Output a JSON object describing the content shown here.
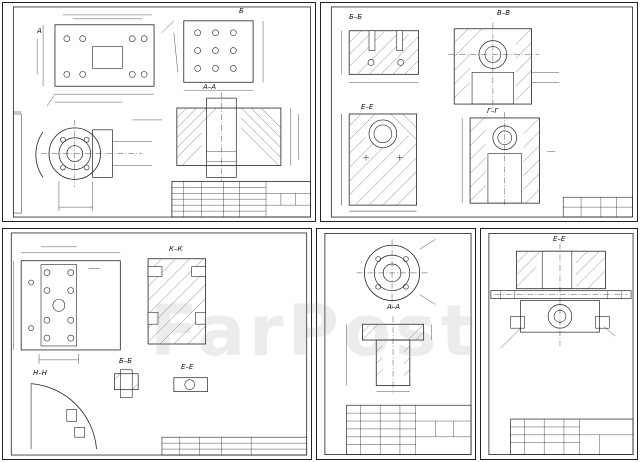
{
  "sheets": [
    {
      "views": [
        "А",
        "А–А",
        "Б"
      ]
    },
    {
      "views": [
        "Б–Б",
        "В–В",
        "Е–Е",
        "Г–Г"
      ]
    },
    {
      "views": [
        "К–К",
        "Б–Б",
        "Е–Е",
        "Н–Н"
      ]
    },
    {
      "views": [
        "А–А"
      ]
    },
    {
      "views": [
        "Е–Е"
      ]
    }
  ],
  "watermark": "FarPost"
}
